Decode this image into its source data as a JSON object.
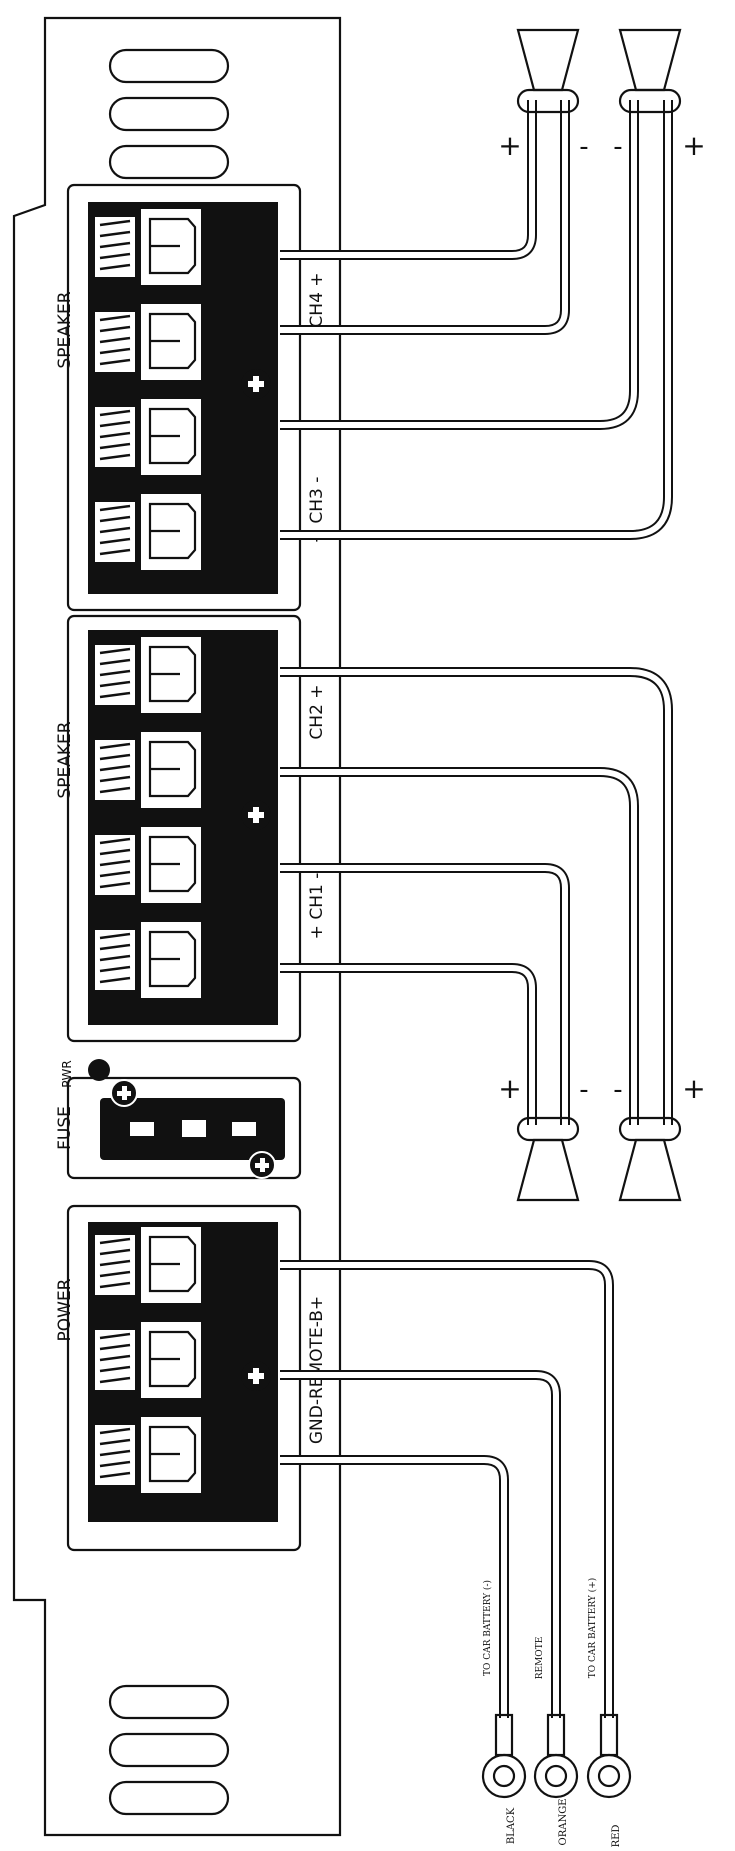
{
  "labels": {
    "speaker_top": "SPEAKER",
    "speaker_mid": "SPEAKER",
    "fuse": "FUSE",
    "pwr": "PWR",
    "power": "POWER",
    "ch4": "CH4 +",
    "ch3": "+ CH3 -",
    "ch2": "CH2 +",
    "ch1": "+ CH1 -",
    "power_terms": "GND-REMOTE-B+"
  },
  "polarity": {
    "top_left_plus": "+",
    "top_left_minus": "-",
    "top_right_minus": "-",
    "top_right_plus": "+",
    "bot_left_plus": "+",
    "bot_left_minus": "-",
    "bot_right_minus": "-",
    "bot_right_plus": "+"
  },
  "leads": {
    "black_desc": "TO CAR BATTERY (-)",
    "orange_desc": "REMOTE",
    "red_desc": "TO CAR BATTERY (+)",
    "black": "BLACK",
    "orange": "ORANGE",
    "red": "RED"
  },
  "icons": {
    "plus_badge": "plus-circle-icon",
    "terminal": "screw-terminal-icon",
    "speaker": "speaker-cone-icon",
    "ring": "ring-terminal-icon"
  }
}
